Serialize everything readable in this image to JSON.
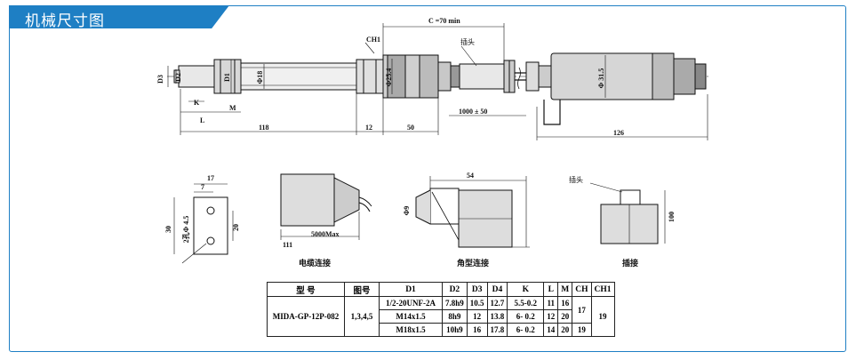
{
  "header": {
    "title": "机械尺寸图"
  },
  "labels": {
    "D3": "D3",
    "D2": "D2",
    "D1": "D1",
    "phi18": "Φ18",
    "phi25": "Φ25.4",
    "phi31": "Φ 31.5",
    "K": "K",
    "L": "L",
    "M": "M",
    "CH1": "CH1",
    "C": "C =70 min",
    "plug": "插头",
    "dim118": "118",
    "dim12": "12",
    "dim50": "50",
    "dim1000": "1000 ± 50",
    "dim126": "126",
    "dim17": "17",
    "dim7": "7",
    "dim30": "30",
    "dim20": "20",
    "holes": "2孔Φ 4.5",
    "dim111": "111",
    "dim5000": "5000Max",
    "dim54": "54",
    "phi9": "Φ9",
    "dim100": "100",
    "plug2": "插头"
  },
  "captions": {
    "cable": "电缆连接",
    "angle": "角型连接",
    "plug": "插接"
  },
  "table": {
    "headers": [
      "型 号",
      "图号",
      "D1",
      "D2",
      "D3",
      "D4",
      "K",
      "L",
      "M",
      "CH",
      "CH1"
    ],
    "model": "MIDA-GP-12P-082",
    "fig": "1,3,4,5",
    "ch1": "19",
    "ch_merged": "17",
    "rows": [
      {
        "D1": "1/2-20UNF-2A",
        "D2": "7.8h9",
        "D3": "10.5",
        "D4": "12.7",
        "K": "5.5-0.2",
        "L": "11",
        "M": "16"
      },
      {
        "D1": "M14x1.5",
        "D2": "8h9",
        "D3": "12",
        "D4": "13.8",
        "K": "6- 0.2",
        "L": "12",
        "M": "20"
      },
      {
        "D1": "M18x1.5",
        "D2": "10h9",
        "D3": "16",
        "D4": "17.8",
        "K": "6- 0.2",
        "L": "14",
        "M": "20",
        "CH": "19"
      }
    ]
  }
}
